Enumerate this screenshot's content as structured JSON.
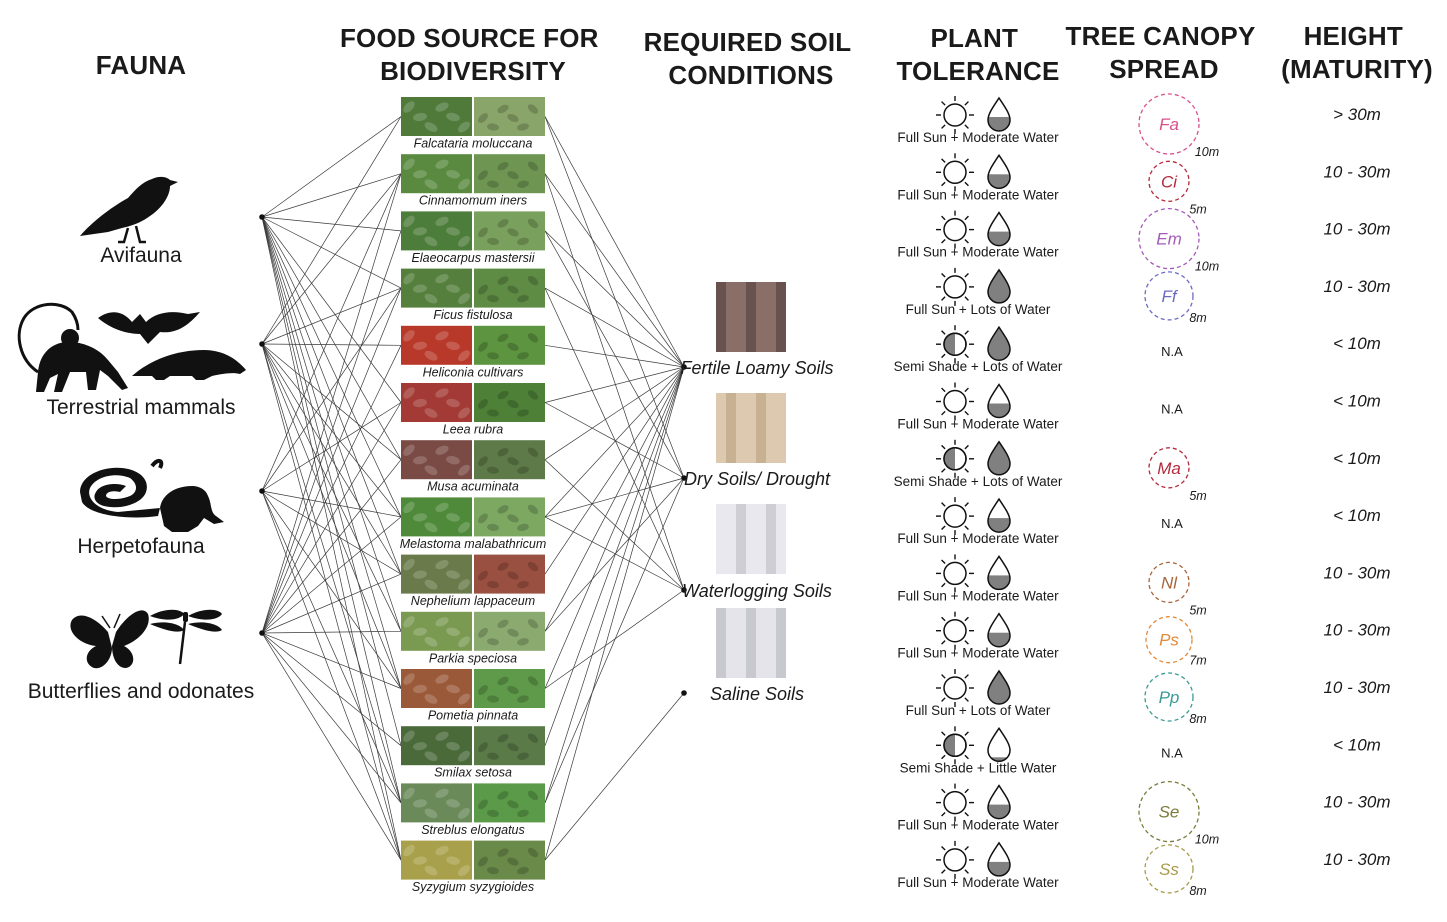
{
  "headers": {
    "fauna": [
      "FAUNA"
    ],
    "food": [
      "FOOD SOURCE FOR",
      "BIODIVERSITY"
    ],
    "soil": [
      "REQUIRED SOIL",
      "CONDITIONS"
    ],
    "tolerance": [
      "PLANT",
      "TOLERANCE"
    ],
    "canopy": [
      "TREE CANOPY",
      "SPREAD"
    ],
    "height": [
      "HEIGHT",
      "(MATURITY)"
    ]
  },
  "fauna": [
    {
      "label": "Avifauna",
      "icon": "bird-icon"
    },
    {
      "label": "Terrestrial mammals",
      "icon": "mammals-icon"
    },
    {
      "label": "Herpetofauna",
      "icon": "snake-frog-icon"
    },
    {
      "label": "Butterflies and odonates",
      "icon": "butterfly-dragonfly-icon"
    }
  ],
  "plants": [
    {
      "name": "Falcataria  moluccana",
      "tolerance": "Full Sun + Moderate Water",
      "sun": "full",
      "water": "moderate",
      "canopy": {
        "abbr": "Fa",
        "size": "10m",
        "color": "#d94f8c"
      },
      "canopy_na": "",
      "height": "> 30m",
      "photo": [
        "#4f7a3a",
        "#8aa56a"
      ]
    },
    {
      "name": "Cinnamomum iners",
      "tolerance": "Full Sun + Moderate Water",
      "sun": "full",
      "water": "moderate",
      "canopy": {
        "abbr": "Ci",
        "size": "5m",
        "color": "#b52a3c"
      },
      "canopy_na": "",
      "height": "10  - 30m",
      "photo": [
        "#5a8a3f",
        "#6e9652"
      ]
    },
    {
      "name": "Elaeocarpus mastersii",
      "tolerance": "Full Sun + Moderate Water",
      "sun": "full",
      "water": "moderate",
      "canopy": {
        "abbr": "Em",
        "size": "10m",
        "color": "#a55bb8"
      },
      "canopy_na": "",
      "height": "10  - 30m",
      "photo": [
        "#4d7d3a",
        "#79a05c"
      ]
    },
    {
      "name": "Ficus fistulosa",
      "tolerance": "Full Sun + Lots of Water",
      "sun": "full",
      "water": "lots",
      "canopy": {
        "abbr": "Ff",
        "size": "8m",
        "color": "#6d6ac2"
      },
      "canopy_na": "",
      "height": "10  - 30m",
      "photo": [
        "#557f3c",
        "#5f8c45"
      ]
    },
    {
      "name": "Heliconia cultivars",
      "tolerance": "Semi Shade + Lots of Water",
      "sun": "semi",
      "water": "lots",
      "canopy": null,
      "canopy_na": "N.A",
      "height": "< 10m",
      "photo": [
        "#b8392a",
        "#5c9440"
      ]
    },
    {
      "name": "Leea  rubra",
      "tolerance": "Full Sun + Moderate Water",
      "sun": "full",
      "water": "moderate",
      "canopy": null,
      "canopy_na": "N.A",
      "height": "< 10m",
      "photo": [
        "#a33a35",
        "#4e8038"
      ]
    },
    {
      "name": "Musa acuminata",
      "tolerance": "Semi Shade + Lots of Water",
      "sun": "semi",
      "water": "lots",
      "canopy": {
        "abbr": "Ma",
        "size": "5m",
        "color": "#b52a3c"
      },
      "canopy_na": "",
      "height": "< 10m",
      "photo": [
        "#7a4a45",
        "#5e7a48"
      ]
    },
    {
      "name": "Melastoma malabathricum",
      "tolerance": "Full Sun + Moderate Water",
      "sun": "full",
      "water": "moderate",
      "canopy": null,
      "canopy_na": "N.A",
      "height": "< 10m",
      "photo": [
        "#4f8a3a",
        "#7ca862"
      ]
    },
    {
      "name": "Nephelium lappaceum",
      "tolerance": "Full Sun + Moderate Water",
      "sun": "full",
      "water": "moderate",
      "canopy": {
        "abbr": "Nl",
        "size": "5m",
        "color": "#a8643a"
      },
      "canopy_na": "",
      "height": "10  - 30m",
      "photo": [
        "#6a7a4a",
        "#9a5040"
      ]
    },
    {
      "name": "Parkia speciosa",
      "tolerance": "Full Sun + Moderate Water",
      "sun": "full",
      "water": "moderate",
      "canopy": {
        "abbr": "Ps",
        "size": "7m",
        "color": "#e08a3a"
      },
      "canopy_na": "",
      "height": "10  - 30m",
      "photo": [
        "#7a9a52",
        "#8aaa70"
      ]
    },
    {
      "name": "Pometia pinnata",
      "tolerance": "Full Sun + Lots of Water",
      "sun": "full",
      "water": "lots",
      "canopy": {
        "abbr": "Pp",
        "size": "8m",
        "color": "#3a9a95"
      },
      "canopy_na": "",
      "height": "10  - 30m",
      "photo": [
        "#9a5a3a",
        "#5e9a4a"
      ]
    },
    {
      "name": "Smilax setosa",
      "tolerance": "Semi Shade + Little Water",
      "sun": "semi",
      "water": "little",
      "canopy": null,
      "canopy_na": "N.A",
      "height": "< 10m",
      "photo": [
        "#4a6a3a",
        "#5a7a48"
      ]
    },
    {
      "name": "Streblus elongatus",
      "tolerance": "Full Sun + Moderate Water",
      "sun": "full",
      "water": "moderate",
      "canopy": {
        "abbr": "Se",
        "size": "10m",
        "color": "#7a7a3a"
      },
      "canopy_na": "",
      "height": "10  - 30m",
      "photo": [
        "#6a8a5a",
        "#5a9a48"
      ]
    },
    {
      "name": "Syzygium syzygioides",
      "tolerance": "Full Sun + Moderate Water",
      "sun": "full",
      "water": "moderate",
      "canopy": {
        "abbr": "Ss",
        "size": "8m",
        "color": "#a89a4a"
      },
      "canopy_na": "",
      "height": "10  - 30m",
      "photo": [
        "#a8a04a",
        "#6a8a4a"
      ]
    }
  ],
  "soils": [
    {
      "label": "Fertile Loamy Soils",
      "swatch": [
        "#4a3a3a",
        "#8a6f68"
      ]
    },
    {
      "label": "Dry Soils/ Drought",
      "swatch": [
        "#b89a7a",
        "#dcc9b0"
      ]
    },
    {
      "label": "Waterlogging Soils",
      "swatch": [
        "#b8b8c0",
        "#e8e8ee"
      ]
    },
    {
      "label": "Saline Soils",
      "swatch": [
        "#b0b0b8",
        "#e4e4ea"
      ]
    }
  ],
  "links": {
    "fauna_to_plant": [
      [
        0,
        0
      ],
      [
        0,
        1
      ],
      [
        0,
        2
      ],
      [
        0,
        3
      ],
      [
        0,
        5
      ],
      [
        0,
        6
      ],
      [
        0,
        7
      ],
      [
        0,
        8
      ],
      [
        0,
        9
      ],
      [
        0,
        10
      ],
      [
        0,
        11
      ],
      [
        0,
        12
      ],
      [
        0,
        13
      ],
      [
        1,
        0
      ],
      [
        1,
        1
      ],
      [
        1,
        3
      ],
      [
        1,
        4
      ],
      [
        1,
        6
      ],
      [
        1,
        7
      ],
      [
        1,
        8
      ],
      [
        1,
        9
      ],
      [
        1,
        10
      ],
      [
        1,
        12
      ],
      [
        1,
        13
      ],
      [
        2,
        1
      ],
      [
        2,
        3
      ],
      [
        2,
        5
      ],
      [
        2,
        7
      ],
      [
        2,
        8
      ],
      [
        2,
        10
      ],
      [
        2,
        12
      ],
      [
        2,
        13
      ],
      [
        3,
        1
      ],
      [
        3,
        2
      ],
      [
        3,
        3
      ],
      [
        3,
        4
      ],
      [
        3,
        5
      ],
      [
        3,
        6
      ],
      [
        3,
        7
      ],
      [
        3,
        8
      ],
      [
        3,
        9
      ],
      [
        3,
        10
      ],
      [
        3,
        11
      ],
      [
        3,
        12
      ],
      [
        3,
        13
      ]
    ],
    "plant_to_soil": [
      [
        0,
        0
      ],
      [
        0,
        1
      ],
      [
        1,
        0
      ],
      [
        1,
        2
      ],
      [
        2,
        0
      ],
      [
        2,
        1
      ],
      [
        3,
        0
      ],
      [
        3,
        2
      ],
      [
        4,
        0
      ],
      [
        5,
        0
      ],
      [
        5,
        1
      ],
      [
        6,
        0
      ],
      [
        6,
        2
      ],
      [
        7,
        0
      ],
      [
        7,
        1
      ],
      [
        7,
        2
      ],
      [
        8,
        0
      ],
      [
        9,
        0
      ],
      [
        9,
        1
      ],
      [
        10,
        0
      ],
      [
        10,
        2
      ],
      [
        11,
        0
      ],
      [
        12,
        0
      ],
      [
        12,
        1
      ],
      [
        13,
        0
      ],
      [
        13,
        3
      ]
    ]
  },
  "colors": {
    "line": "#3a3a3a",
    "icon": "#111111",
    "drop_fill": "#808080"
  }
}
